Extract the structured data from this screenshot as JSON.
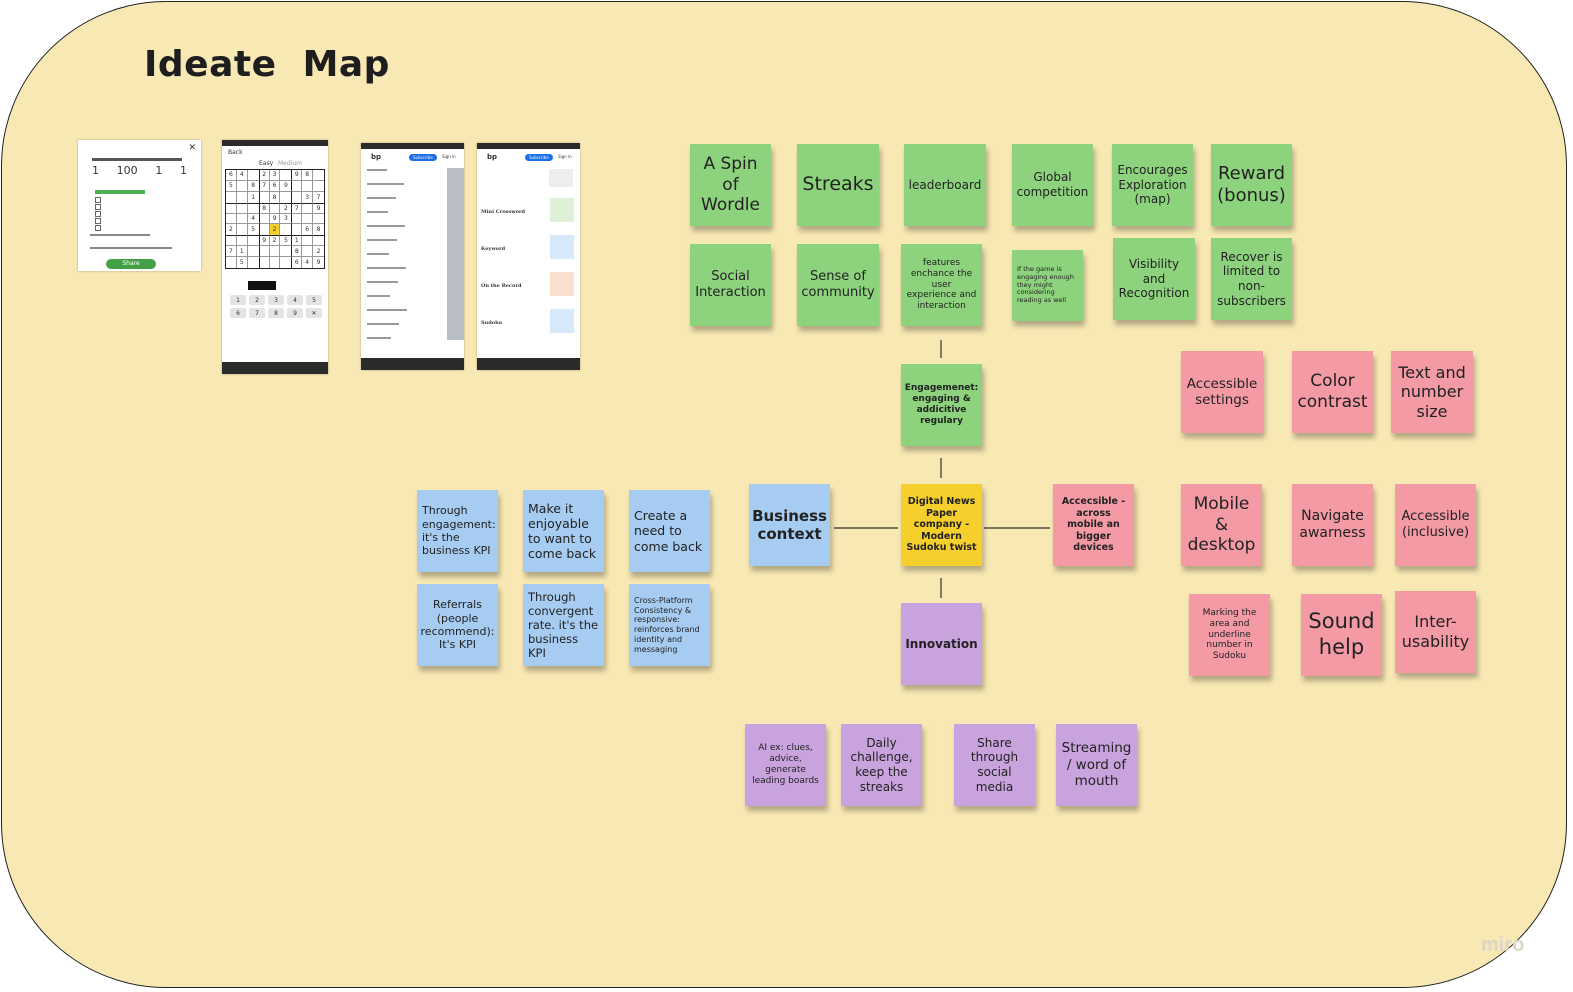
{
  "title": "Ideate  Map",
  "watermark": "miro",
  "notes": {
    "spin_wordle": "A Spin of Wordle",
    "streaks": "Streaks",
    "leaderboard": "leaderboard",
    "global_competition": "Global competition",
    "exploration": "Encourages Exploration (map)",
    "reward": "Reward (bonus)",
    "social_interaction": "Social Interaction",
    "community": "Sense of community",
    "features": "features enchance the user experience and interaction",
    "reading": "If the game is engaging enough they might considering reading as well",
    "visibility": "Visibility and Recognition",
    "recover": "Recover is limited to non-subscribers",
    "engagement": "Engagemenet: engaging & addicitive regulary",
    "center": "Digital News Paper company - Modern Sudoku twist",
    "business_context": "Business context",
    "accessible_mobile": "Accecsible - across mobile an bigger devices",
    "innovation": "Innovation",
    "biz_engagement": "Through engagement: it's the business KPI",
    "enjoyable": "Make it enjoyable to want to come back",
    "need": "Create a need to come back",
    "referrals": "Referrals (people recommend): It's KPI",
    "convergent": "Through convergent rate. it's the business KPI",
    "cross_platform": "Cross-Platform Consistency & responsive: reinforces brand identity and messaging",
    "accessible_settings": "Accessible settings",
    "color_contrast": "Color contrast",
    "text_size": "Text and number size",
    "mobile_desktop": "Mobile & desktop",
    "navigate": "Navigate awarness",
    "inclusive": "Accessible (inclusive)",
    "marking": "Marking the area and underline number in Sudoku",
    "sound": "Sound help",
    "interusability": "Inter-usability",
    "ai": "AI ex: clues, advice, generate leading boards",
    "daily": "Daily challenge, keep the streaks",
    "share": "Share through social media",
    "streaming": "Streaming / word of mouth"
  },
  "colors": {
    "board": "#f8e8b4",
    "green": "#8dd37d",
    "blue": "#a7ccf2",
    "pink": "#f39aa5",
    "purple": "#c9a3de",
    "yellow": "#f5cf2b"
  },
  "screens": {
    "stats": {
      "nums": [
        "1",
        "100",
        "1",
        "1"
      ],
      "button": "Share"
    },
    "sudoku": {
      "back": "Back",
      "modes": [
        "Easy",
        "Medium"
      ],
      "keypad": [
        "1",
        "2",
        "3",
        "4",
        "5",
        "6",
        "7",
        "8",
        "9",
        "✕"
      ],
      "grid": [
        [
          "6",
          "4",
          "",
          "2",
          "3",
          "",
          "9",
          "8",
          ""
        ],
        [
          "5",
          "",
          "8",
          "7",
          "6",
          "9",
          "",
          "",
          ""
        ],
        [
          "",
          "",
          "1",
          "",
          "8",
          "",
          "",
          "3",
          "7"
        ],
        [
          "",
          "",
          "",
          "8",
          "",
          "2",
          "7",
          "",
          "9"
        ],
        [
          "",
          "",
          "4",
          "",
          "9",
          "3",
          "",
          "",
          ""
        ],
        [
          "2",
          "",
          "5",
          "",
          "2",
          "",
          "",
          "6",
          "8"
        ],
        [
          "",
          "",
          "",
          "9",
          "2",
          "5",
          "1",
          "",
          ""
        ],
        [
          "7",
          "1",
          "",
          "",
          "",
          "",
          "8",
          "",
          "2"
        ],
        [
          "",
          "5",
          "",
          "",
          "",
          "",
          "6",
          "4",
          "9"
        ]
      ]
    },
    "menu": {
      "logo": "bp",
      "subscribe": "Subscribe",
      "signin": "Sign in"
    },
    "games": {
      "logo": "bp",
      "items": [
        "Mini Crossword",
        "Keyword",
        "On the Record",
        "Sudoku"
      ]
    }
  }
}
